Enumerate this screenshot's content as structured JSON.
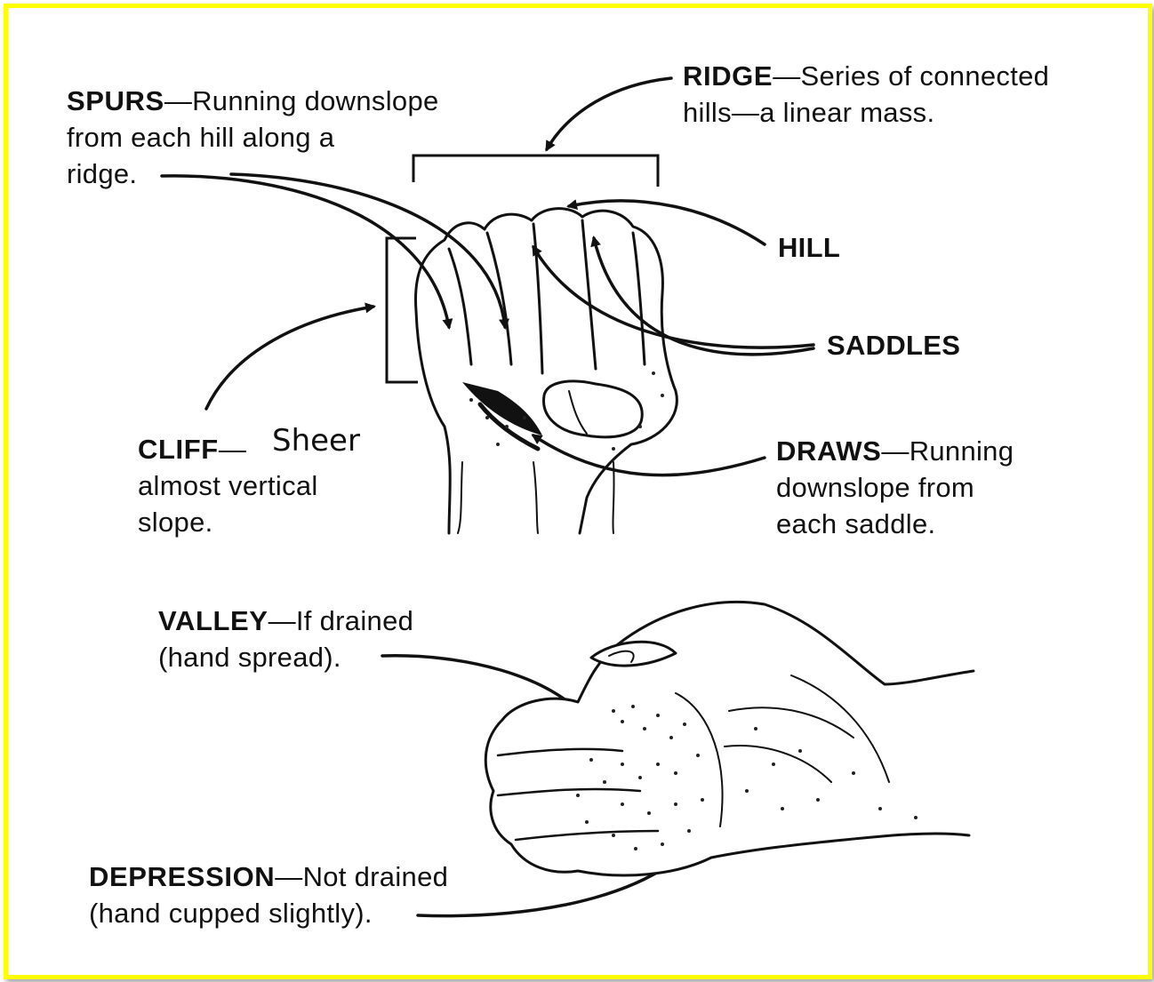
{
  "colors": {
    "frame": "#ffff00",
    "ink": "#111111",
    "background": "#ffffff"
  },
  "labels": {
    "spurs": {
      "term": "SPURS",
      "text_line1": "—Running downslope",
      "text_line2": "from each hill along a",
      "text_line3": "ridge."
    },
    "ridge": {
      "term": "RIDGE",
      "text_line1": "—Series of connected",
      "text_line2": "hills—a linear mass."
    },
    "hill": {
      "term": "HILL"
    },
    "saddles": {
      "term": "SADDLES"
    },
    "cliff": {
      "term": "CLIFF",
      "dash": "—",
      "handwritten": "Sheer",
      "text_line2": "almost vertical",
      "text_line3": "slope."
    },
    "draws": {
      "term": "DRAWS",
      "text_line1": "—Running",
      "text_line2": "downslope from",
      "text_line3": "each saddle."
    },
    "valley": {
      "term": "VALLEY",
      "text_line1": "—If drained",
      "text_line2": "(hand spread)."
    },
    "depression": {
      "term": "DEPRESSION",
      "text_line1": "—Not drained",
      "text_line2": "(hand cupped slightly)."
    }
  },
  "illustrations": [
    "clenched-fist",
    "open-cupped-hand"
  ]
}
